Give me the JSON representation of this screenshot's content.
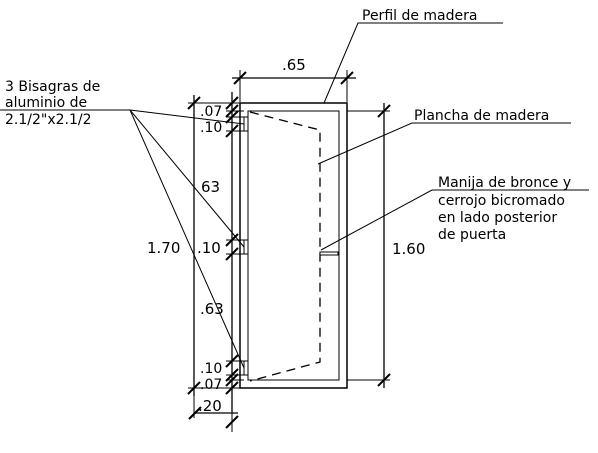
{
  "labels": {
    "perfil": "Perfil de madera",
    "bisagras": [
      "3 Bisagras de",
      "aluminio de",
      "2.1/2\"x2.1/2"
    ],
    "plancha": "Plancha de madera",
    "manija": [
      "Manija de bronce y",
      "cerrojo bicromado",
      "en lado posterior",
      "de puerta"
    ]
  },
  "dimensions": {
    "width": ".65",
    "height_total": "1.70",
    "height_leaf": "1.60",
    "base": ".20",
    "top_gap": ".07",
    "hinge_top": ".10",
    "seg_upper": "63",
    "hinge_mid": ".10",
    "seg_lower": ".63",
    "hinge_bottom": ".10",
    "bottom_gap": ".07"
  }
}
